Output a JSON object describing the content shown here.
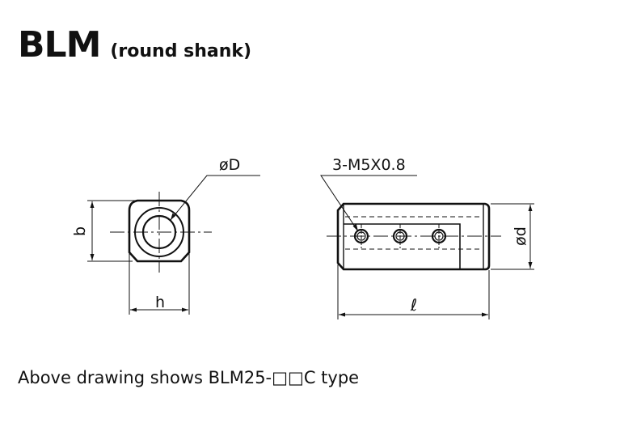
{
  "title": {
    "main": "BLM",
    "sub": "(round shank)"
  },
  "labels": {
    "bore_diameter": "øD",
    "height": "b",
    "width": "h",
    "screw_spec": "3-M5X0.8",
    "shank_diameter": "ød",
    "length": "ℓ"
  },
  "caption": "Above drawing shows BLM25-□□C type"
}
